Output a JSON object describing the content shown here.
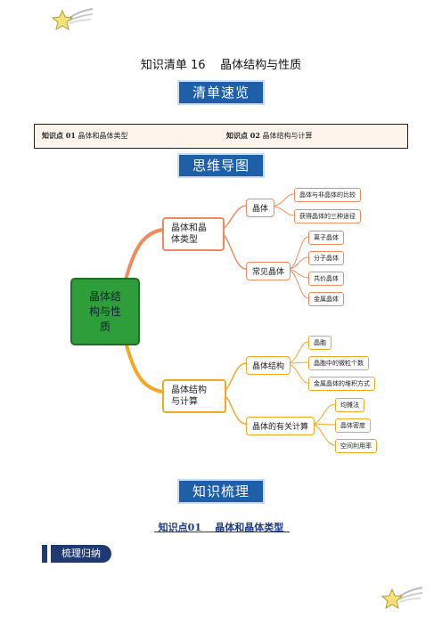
{
  "document": {
    "title": "知识清单 16    晶体结构与性质"
  },
  "sections": {
    "overview": "清单速览",
    "mindmap": "思维导图",
    "knowledge": "知识梳理"
  },
  "toc": {
    "item1_label": "知识点 01",
    "item1_text": "晶体和晶体类型",
    "item2_label": "知识点 02",
    "item2_text": "晶体结构与计算"
  },
  "mindmap": {
    "root": "晶体结\n构与性\n质",
    "branch1": {
      "label": "晶体和晶\n体类型",
      "crystal": {
        "label": "晶体",
        "children": [
          "晶体与非晶体的比较",
          "获得晶体的三种途径"
        ]
      },
      "common": {
        "label": "常见晶体",
        "children": [
          "离子晶体",
          "分子晶体",
          "共价晶体",
          "金属晶体"
        ]
      }
    },
    "branch2": {
      "label": "晶体结构\n与计算",
      "structure": {
        "label": "晶体结构",
        "children": [
          "晶胞",
          "晶胞中的微粒个数",
          "金属晶体的堆积方式"
        ]
      },
      "calc": {
        "label": "晶体的有关计算",
        "children": [
          "均摊法",
          "晶体密度",
          "空间利用率"
        ]
      }
    },
    "colors": {
      "branch1": "#f08a5d",
      "branch2": "#f5a623",
      "root": "#2e9e3a"
    }
  },
  "knowledge_point": {
    "title": "知识点01    晶体和晶体类型",
    "sub_banner": "梳理归纳"
  }
}
